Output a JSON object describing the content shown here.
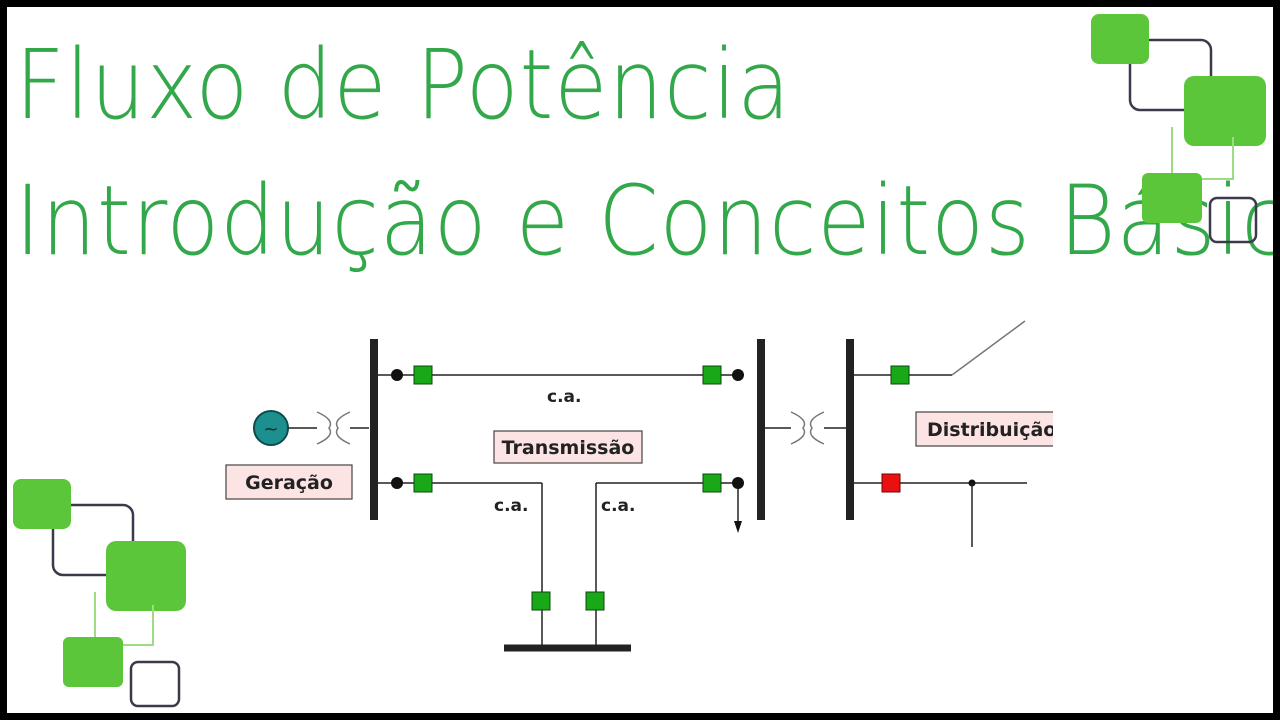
{
  "title": {
    "line1": "Fluxo de Potência",
    "line2": "Introdução e Conceitos Básicos"
  },
  "diagram": {
    "labels": {
      "generation": "Geração",
      "transmission": "Transmissão",
      "distribution": "Distribuição"
    },
    "line_labels": {
      "top": "c.a.",
      "left_branch": "c.a.",
      "right_branch": "c.a."
    },
    "generator_symbol": "~"
  },
  "colors": {
    "title": "#33a84a",
    "breaker_closed": "#18a818",
    "breaker_open": "#e81010",
    "decor_green": "#5cc63a",
    "decor_outline": "#3a3a4a",
    "generator_fill": "#1e8f8f",
    "label_fill": "#fde4e4"
  }
}
